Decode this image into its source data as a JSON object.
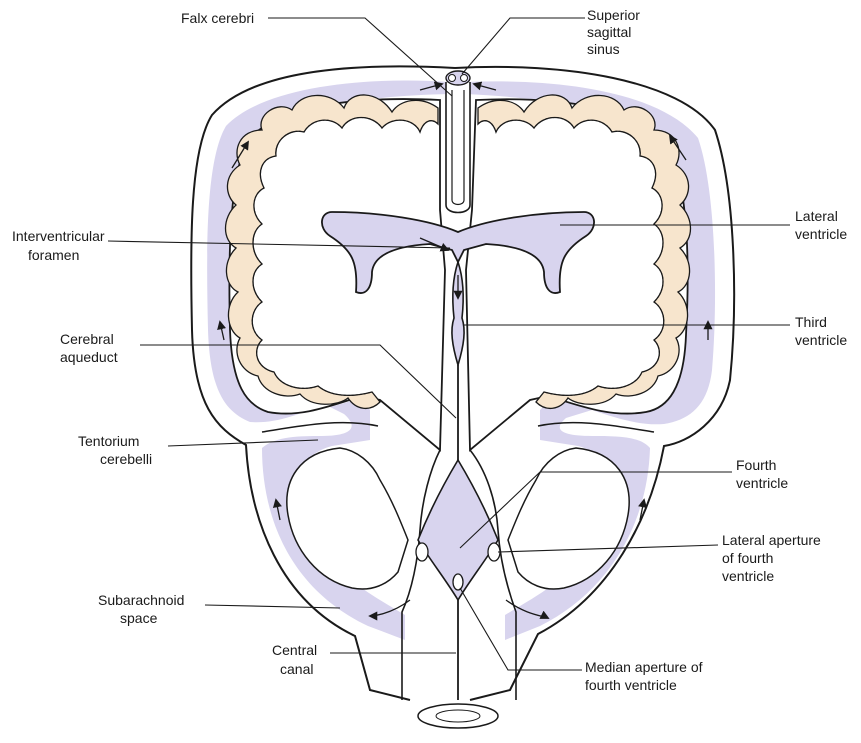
{
  "colors": {
    "csf": "#d8d4ee",
    "cortex": "#f7e5cd",
    "line": "#1a1a1a",
    "background": "#ffffff"
  },
  "labels": {
    "falx_cerebri": [
      "Falx cerebri"
    ],
    "superior_sagittal_sinus": [
      "Superior",
      "sagittal",
      "sinus"
    ],
    "interventricular_foramen": [
      "Interventricular",
      "foramen"
    ],
    "lateral_ventricle": [
      "Lateral",
      "ventricle"
    ],
    "third_ventricle": [
      "Third",
      "ventricle"
    ],
    "cerebral_aqueduct": [
      "Cerebral",
      "aqueduct"
    ],
    "tentorium_cerebelli": [
      "Tentorium",
      "cerebelli"
    ],
    "fourth_ventricle": [
      "Fourth",
      "ventricle"
    ],
    "lateral_aperture": [
      "Lateral aperture",
      "of fourth",
      "ventricle"
    ],
    "subarachnoid_space": [
      "Subarachnoid",
      "space"
    ],
    "central_canal": [
      "Central",
      "canal"
    ],
    "median_aperture": [
      "Median aperture of",
      "fourth ventricle"
    ]
  }
}
